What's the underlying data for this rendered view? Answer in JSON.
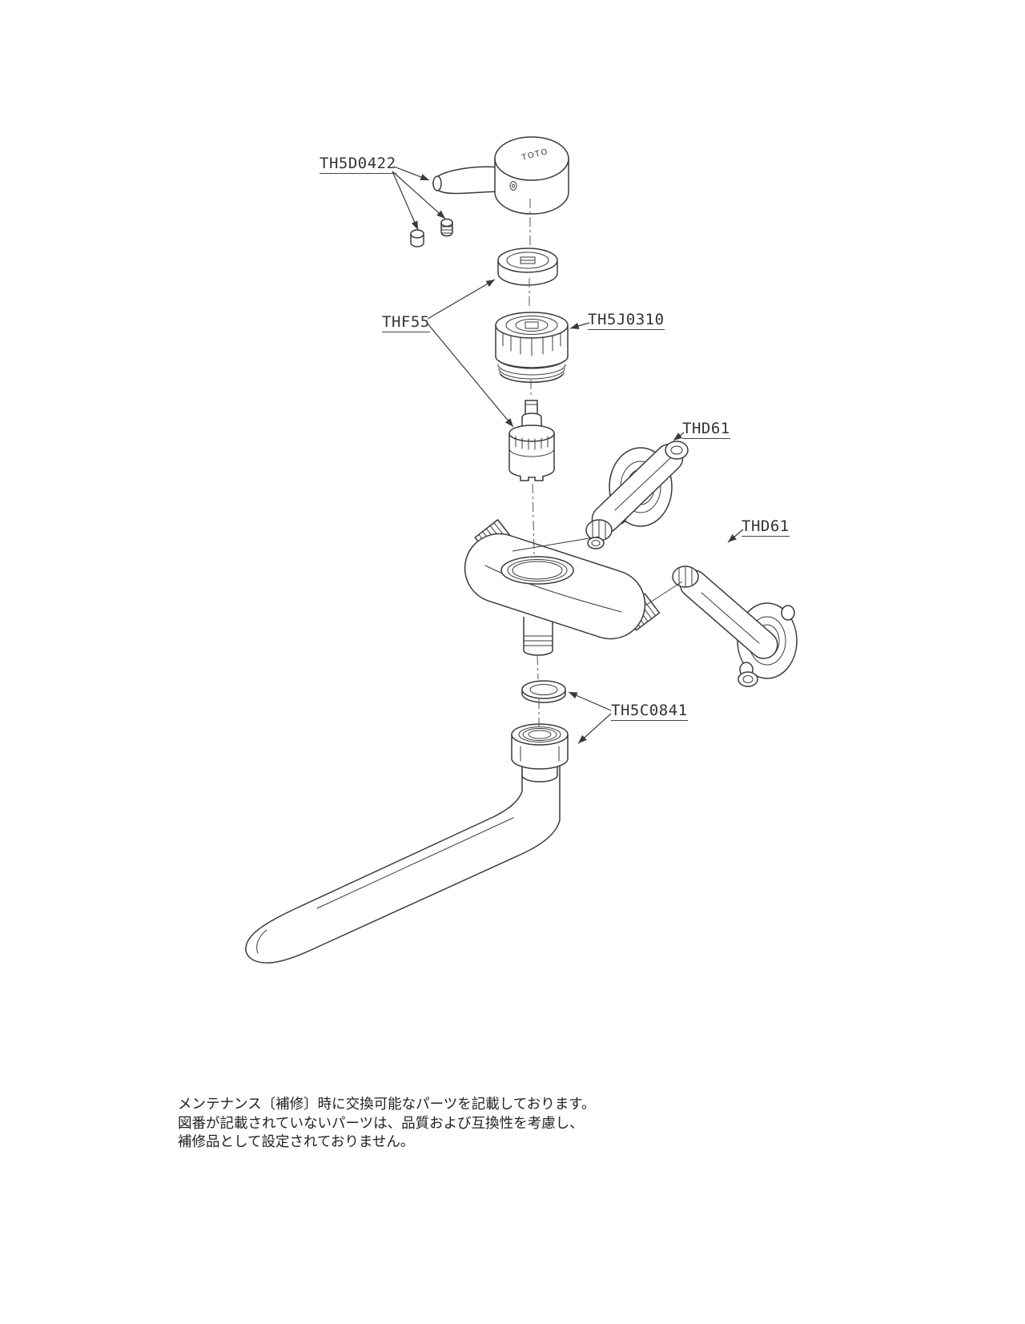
{
  "page": {
    "background": "#ffffff",
    "line_color": "#3a3a3a"
  },
  "drawing": {
    "brand_mark": "TOTO",
    "labels": {
      "handle": "TH5D0422",
      "valve_parts": "THF55",
      "ring_nut": "TH5J0310",
      "leg_upper": "THD61",
      "leg_lower": "THD61",
      "spout_joint": "TH5C0841"
    }
  },
  "footer": {
    "line1": "メンテナンス〔補修〕時に交換可能なパーツを記載しております。",
    "line2": "図番が記載されていないパーツは、品質および互換性を考慮し、",
    "line3": "補修品として設定されておりません。"
  }
}
